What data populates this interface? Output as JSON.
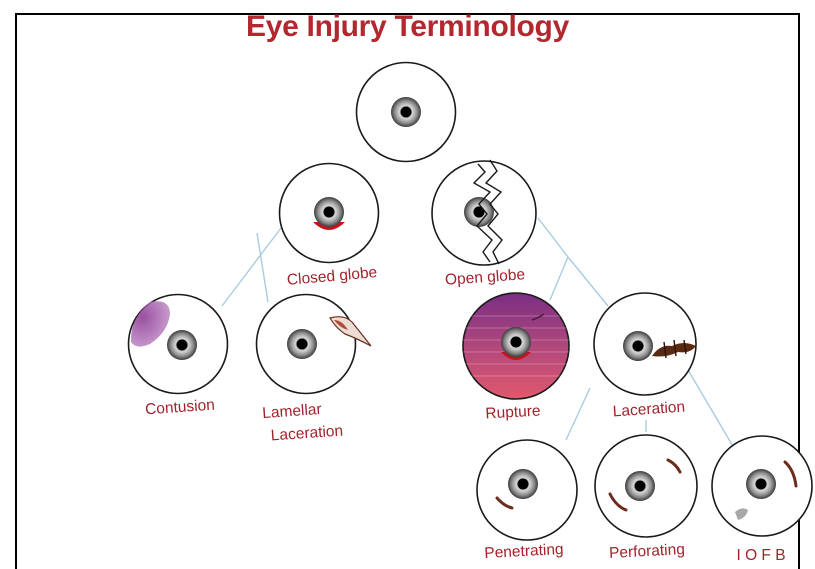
{
  "title": "Eye Injury Terminology",
  "colors": {
    "title": "#b3282f",
    "label": "#a2232b",
    "connector": "#a9cce1",
    "circle_stroke": "#1a1a1a",
    "blood": "#c9121c",
    "contusion": "#8e3d96",
    "wound": "#6b2c1d",
    "rupture_top": "#7a2e83",
    "rupture_bottom": "#e0586d"
  },
  "nodes": {
    "eye": {
      "label": ""
    },
    "closed_globe": {
      "label": "Closed globe"
    },
    "open_globe": {
      "label": "Open globe"
    },
    "contusion": {
      "label": "Contusion"
    },
    "lamellar_laceration": {
      "label_line1": "Lamellar",
      "label_line2": "Laceration"
    },
    "rupture": {
      "label": "Rupture"
    },
    "laceration": {
      "label": "Laceration"
    },
    "penetrating": {
      "label": "Penetrating"
    },
    "perforating": {
      "label": "Perforating"
    },
    "iofb": {
      "label": "I O F B"
    }
  }
}
